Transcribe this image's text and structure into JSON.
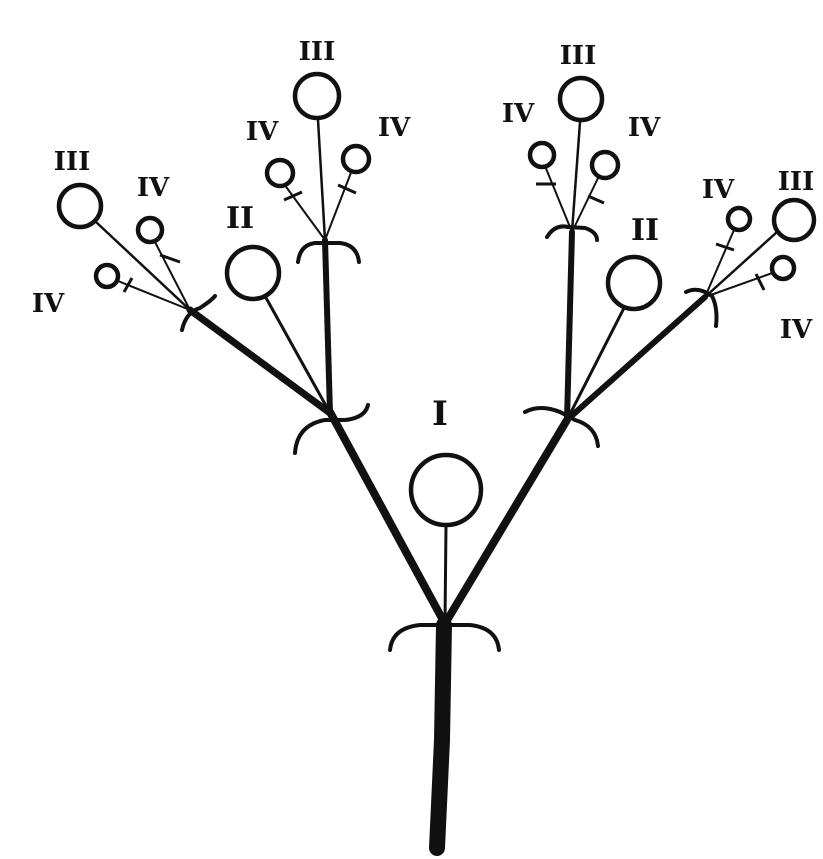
{
  "diagram": {
    "ranks": {
      "primary": "I",
      "secondary": "II",
      "tertiary": "III",
      "quaternary": "IV"
    }
  }
}
